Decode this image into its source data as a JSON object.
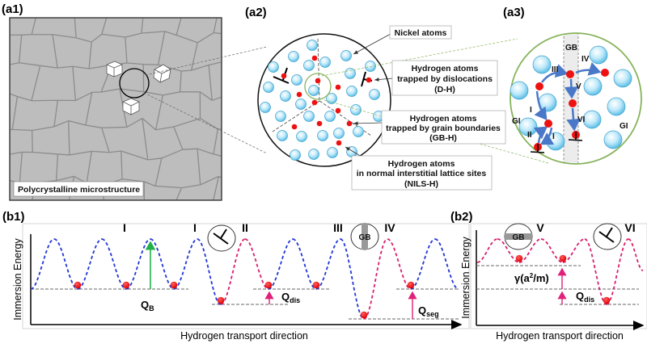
{
  "panels": {
    "a1": {
      "label": "(a1)",
      "caption": "Polycrystalline microstructure"
    },
    "a2": {
      "label": "(a2)",
      "callouts": {
        "nickel": "Nickel atoms",
        "dh": [
          "Hydrogen atoms",
          "trapped by dislocations",
          "(D-H)"
        ],
        "gbh": [
          "Hydrogen atoms",
          "trapped by grain boundaries",
          "(GB-H)"
        ],
        "nilsh": [
          "Hydrogen atoms",
          "in normal interstitial lattice sites",
          "(NILS-H)"
        ]
      }
    },
    "a3": {
      "label": "(a3)",
      "gb": "GB",
      "gi": "GI",
      "steps": [
        "I",
        "II",
        "III",
        "IV",
        "V",
        "VI"
      ]
    },
    "b1": {
      "label": "(b1)",
      "ylabel": "Immersion Energy",
      "xlabel": "Hydrogen transport direction",
      "stages": [
        "I",
        "I",
        "II",
        "III",
        "IV"
      ],
      "gb_icon": "GB",
      "q_b": {
        "main": "Q",
        "sub": "B"
      },
      "q_dis": {
        "main": "Q",
        "sub": "dis"
      },
      "q_seg": {
        "main": "Q",
        "sub": "seg"
      }
    },
    "b2": {
      "label": "(b2)",
      "ylabel": "Immersion Energy",
      "xlabel": "Hydrogen transport direction",
      "stages": [
        "V",
        "VI"
      ],
      "gb_icon": "GB",
      "gamma": {
        "pre": "γ(a",
        "sup": "2",
        "post": "/m)"
      },
      "q_dis": {
        "main": "Q",
        "sub": "dis"
      }
    }
  },
  "colors": {
    "grain_fill": "#bdbdbd",
    "grain_edge": "#8c8c8c",
    "hydrogen": "#ee1111",
    "nickel_edge": "#3f9fcc",
    "bulk_curve": "#2236d8",
    "trap_curve": "#d8206f",
    "qb_arrow": "#22b04a",
    "trap_arrow": "#e0207a",
    "a3_circle": "#86b35a",
    "flow_arrow": "#4a78c8"
  }
}
